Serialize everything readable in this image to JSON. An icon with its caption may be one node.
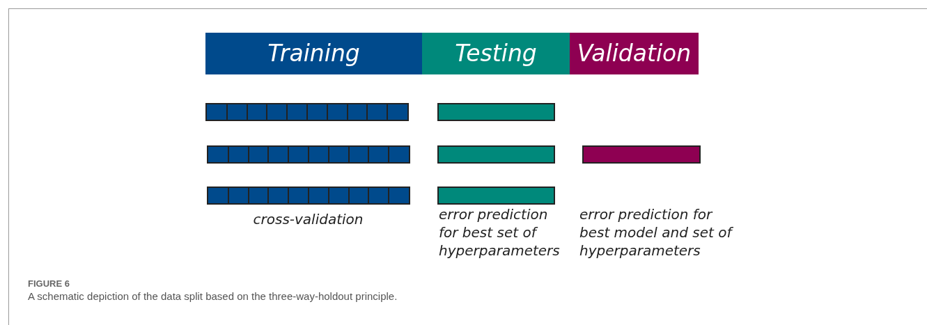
{
  "diagram": {
    "title": "FIGURE 6",
    "caption": "A schematic depiction of the data split based on the three-way-holdout principle.",
    "nodes": [
      {
        "text": [
          "Training"
        ]
      },
      {
        "text": [
          "Testing"
        ]
      },
      {
        "text": [
          "Validation"
        ]
      },
      {
        "text": [],
        "shape": "bar"
      },
      {
        "text": [],
        "shape": "bar"
      },
      {
        "text": [],
        "shape": "bar"
      },
      {
        "text": [],
        "shape": "bar"
      },
      {
        "text": [],
        "shape": "bar"
      },
      {
        "text": [],
        "shape": "bar",
        "beside": [
          "cross-validation"
        ]
      },
      {
        "text": [],
        "shape": "bar",
        "beside": [
          "error prediction for best set of hyperparameters"
        ]
      }
    ],
    "labels": [
      "error prediction for best model and set of hyperparameters"
    ]
  }
}
